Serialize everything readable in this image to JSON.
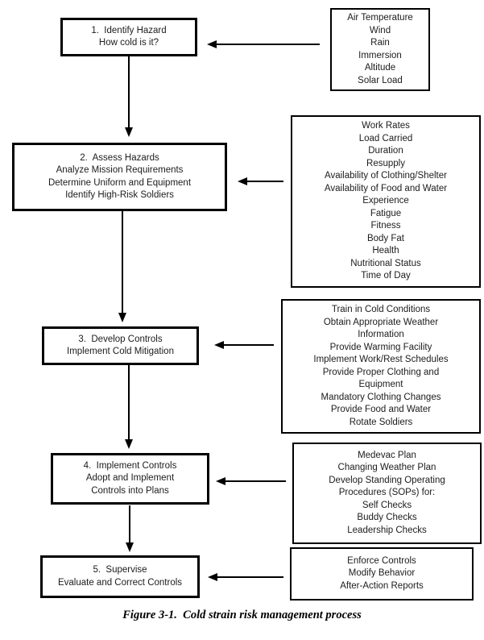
{
  "colors": {
    "ink": "#000000",
    "background": "#ffffff"
  },
  "figure_caption": "Figure 3-1.  Cold strain risk management process",
  "flow": {
    "steps": [
      {
        "box_lines": [
          "1.  Identify Hazard",
          "How cold is it?"
        ],
        "factor_lines": [
          "Air Temperature",
          "Wind",
          "Rain",
          "Immersion",
          "Altitude",
          "Solar Load"
        ]
      },
      {
        "box_lines": [
          "2.  Assess Hazards",
          "Analyze Mission Requirements",
          "Determine Uniform and Equipment",
          "Identify High-Risk Soldiers"
        ],
        "factor_lines": [
          "Work Rates",
          "Load Carried",
          "Duration",
          "Resupply",
          "Availability of Clothing/Shelter",
          "Availability of Food and Water",
          "Experience",
          "Fatigue",
          "Fitness",
          "Body Fat",
          "Health",
          "Nutritional Status",
          "Time of Day"
        ]
      },
      {
        "box_lines": [
          "3.  Develop Controls",
          "Implement Cold Mitigation"
        ],
        "factor_lines": [
          "Train in Cold Conditions",
          "Obtain Appropriate Weather",
          "Information",
          "Provide Warming Facility",
          "Implement Work/Rest Schedules",
          "Provide Proper Clothing and",
          "Equipment",
          "Mandatory Clothing Changes",
          "Provide Food and Water",
          "Rotate Soldiers"
        ]
      },
      {
        "box_lines": [
          "4.  Implement Controls",
          "Adopt and Implement",
          "Controls into Plans"
        ],
        "factor_lines": [
          "Medevac Plan",
          "Changing Weather Plan",
          "Develop Standing Operating",
          "Procedures (SOPs) for:",
          "Self Checks",
          "Buddy Checks",
          "Leadership Checks"
        ]
      },
      {
        "box_lines": [
          "5.  Supervise",
          "Evaluate and Correct Controls"
        ],
        "factor_lines": [
          "Enforce Controls",
          "Modify Behavior",
          "After-Action Reports"
        ]
      }
    ]
  }
}
